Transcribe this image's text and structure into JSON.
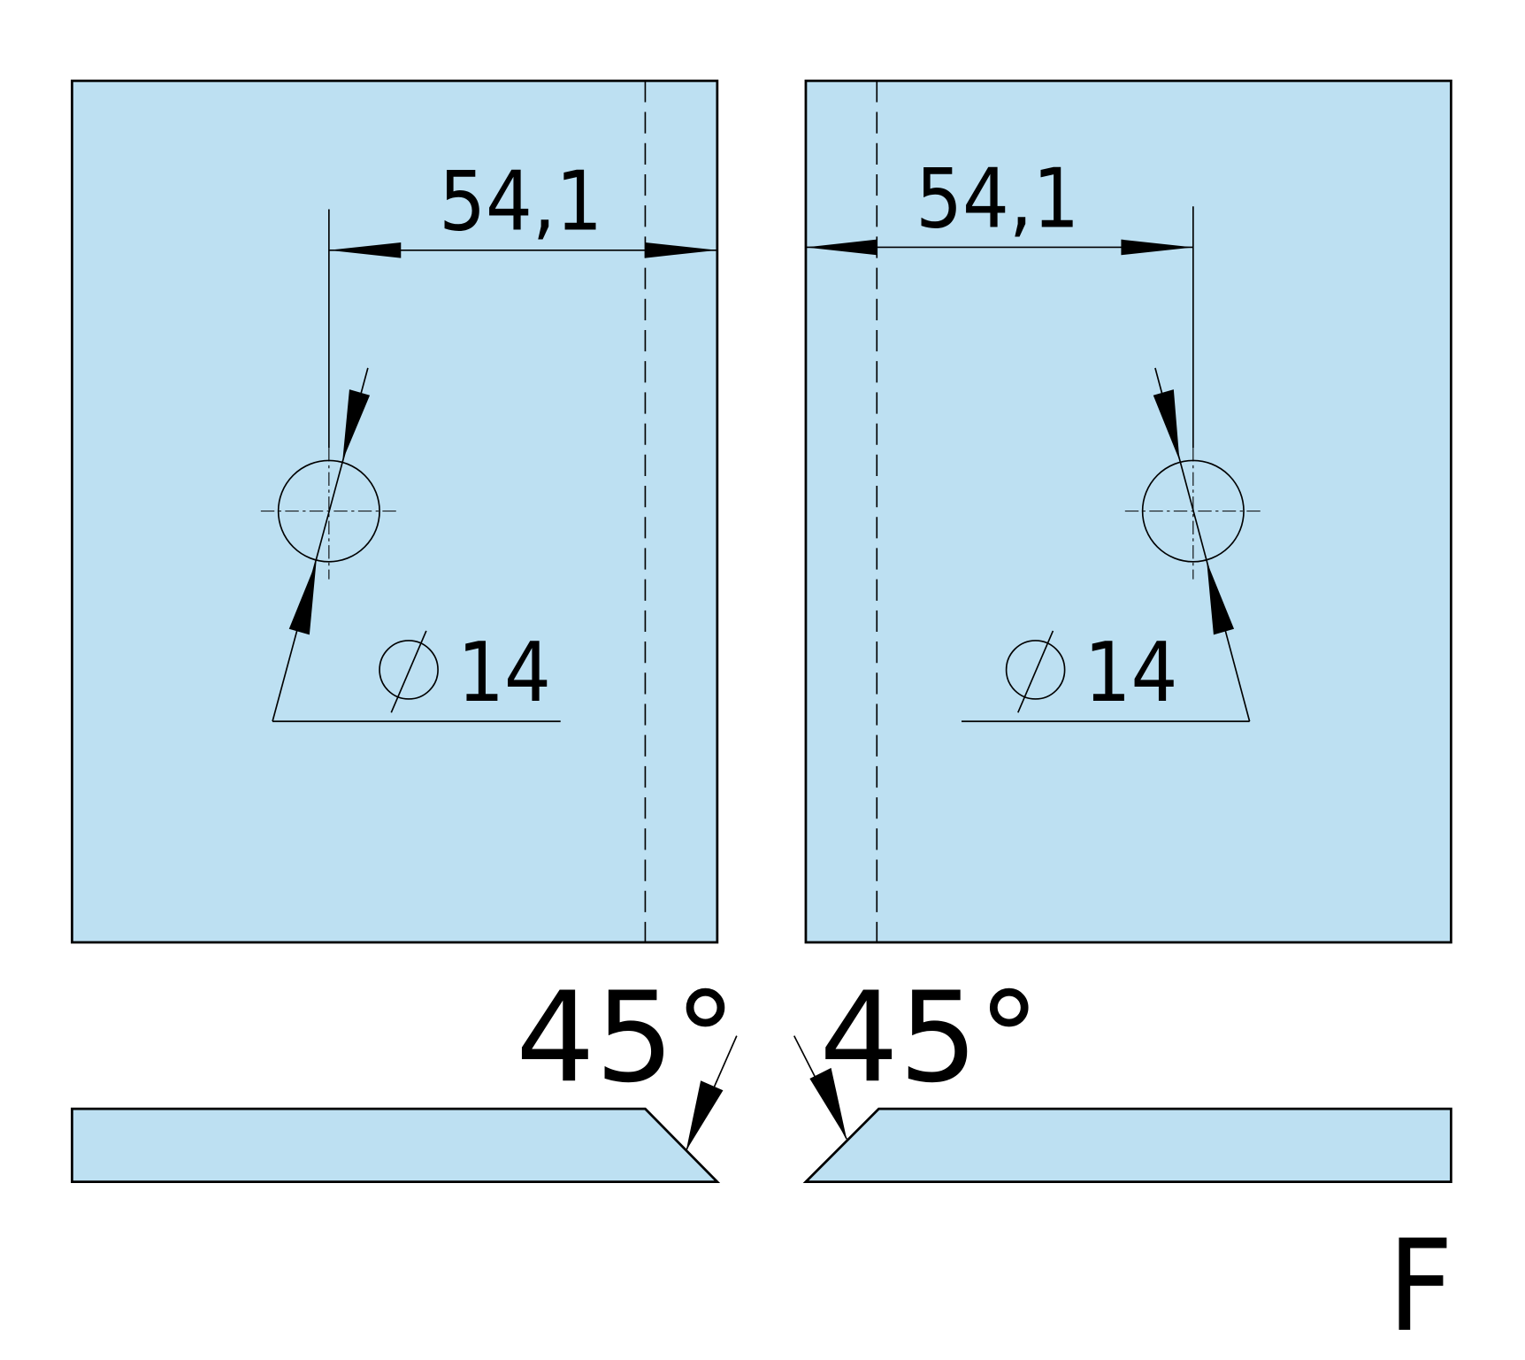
{
  "colors": {
    "plate": "#bde0f2",
    "line": "#000000"
  },
  "left_view": {
    "distance_label": "54,1",
    "hole_diameter_label": "14",
    "angle_label": "45°"
  },
  "right_view": {
    "distance_label": "54,1",
    "hole_diameter_label": "14",
    "angle_label": "45°"
  },
  "variant_label": "F"
}
